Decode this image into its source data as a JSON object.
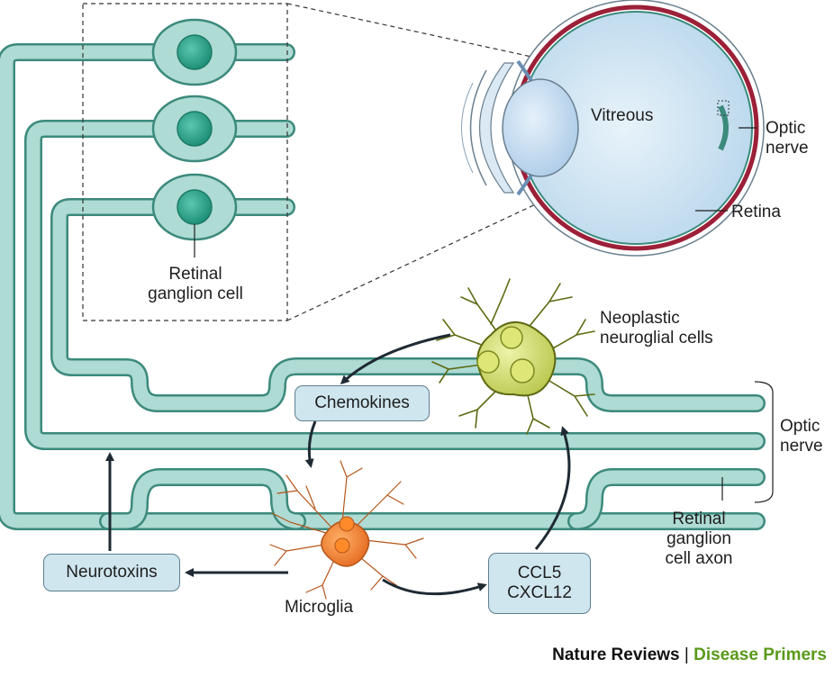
{
  "labels": {
    "vitreous": "Vitreous",
    "optic_nerve_eye": [
      "Optic",
      "nerve"
    ],
    "retina": "Retina",
    "rgc": [
      "Retinal",
      "ganglion cell"
    ],
    "neoplastic": [
      "Neoplastic",
      "neuroglial cells"
    ],
    "optic_nerve_right": [
      "Optic",
      "nerve"
    ],
    "rgc_axon": [
      "Retinal",
      "ganglion",
      "cell axon"
    ],
    "microglia": "Microglia"
  },
  "boxes": {
    "chemokines": "Chemokines",
    "neurotoxins": "Neurotoxins",
    "ccl5": "CCL5",
    "cxcl12": "CXCL12"
  },
  "credit": {
    "journal": "Nature Reviews",
    "separator": "|",
    "series": "Disease Primers"
  },
  "colors": {
    "axon_fill": "#aedbd3",
    "axon_stroke": "#3c8a7c",
    "nucleus": "#2ea58e",
    "glioma": "#c9d65a",
    "microglia": "#e87a2a",
    "box_fill": "#cfe6ef",
    "retina_red": "#9c2038",
    "eye_fill": "#cfe6f3"
  }
}
